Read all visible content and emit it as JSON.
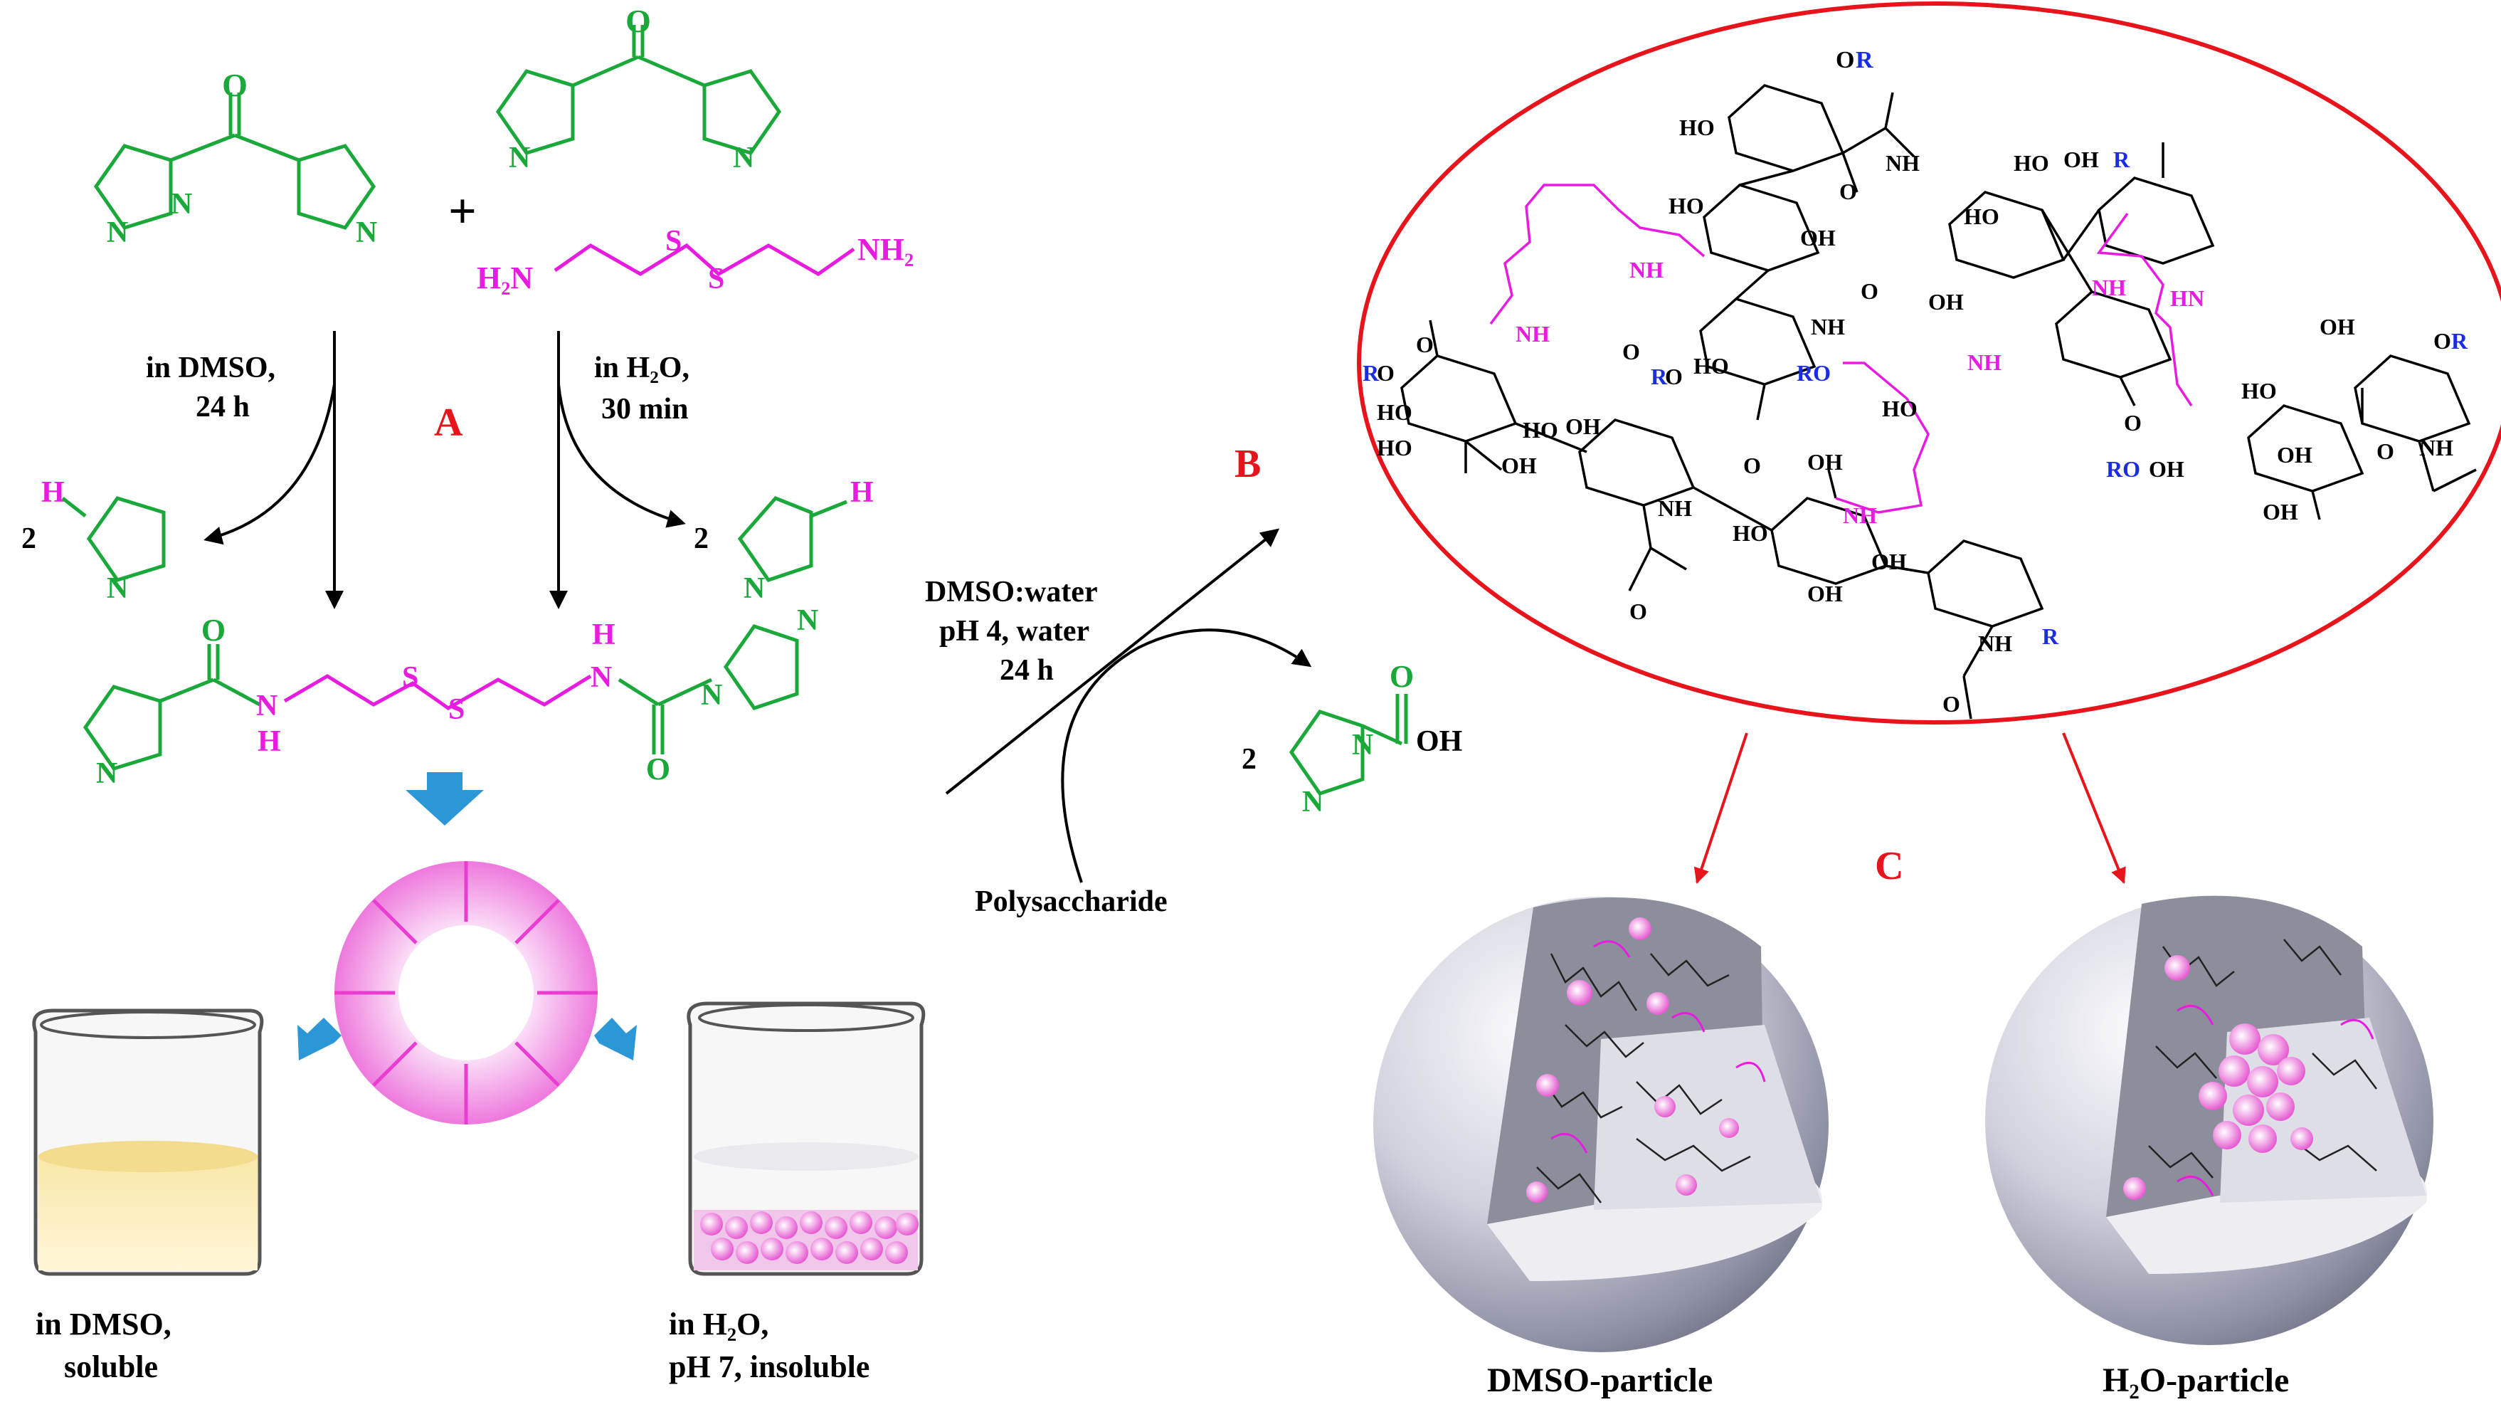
{
  "colors": {
    "structure_green": "#1aa83a",
    "linker_magenta": "#e81be0",
    "substituent_blue": "#1a2de0",
    "panel_red": "#e8141b",
    "arrow_blue": "#2b97d6",
    "bond_black": "#000000"
  },
  "panels": {
    "a": "A",
    "b": "B",
    "c": "C"
  },
  "reagents": {
    "plus": "+",
    "cdi_N": "N",
    "cdi_O": "O",
    "cystamine_left": "H₂N",
    "cystamine_right": "NH₂",
    "S": "S"
  },
  "conditions": {
    "dmso_line1": "in DMSO,",
    "dmso_line2": "24 h",
    "water_line1": "in H₂O,",
    "water_line2": "30 min",
    "coupling_line1": "DMSO:water",
    "coupling_line2": "pH 4, water",
    "coupling_line3": "24 h",
    "polysaccharide": "Polysaccharide"
  },
  "byproducts": {
    "coef_left": "2",
    "coef_right": "2",
    "coef_acid": "2",
    "H": "H",
    "OH": "OH"
  },
  "intermediate": {
    "NH": "N",
    "H": "H"
  },
  "polymer": {
    "OR": "OR",
    "RO": "RO",
    "R": "R",
    "HO": "HO",
    "OH": "OH",
    "O": "O",
    "NH": "NH",
    "HN": "HN",
    "N": "N"
  },
  "beakers": {
    "left_line1": "in DMSO,",
    "left_line2": "soluble",
    "right_line1": "in H₂O,",
    "right_line2": "pH 7, insoluble"
  },
  "particles": {
    "left": "DMSO-particle",
    "right": "H₂O-particle"
  }
}
